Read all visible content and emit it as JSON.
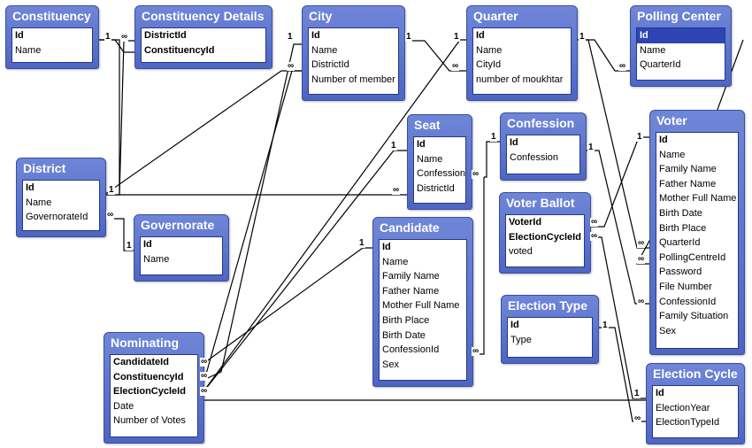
{
  "tables": [
    {
      "name": "Constituency",
      "fields": [
        "Id",
        "Name"
      ]
    },
    {
      "name": "Constituency Details",
      "fields": [
        "DistrictId",
        "ConstituencyId"
      ]
    },
    {
      "name": "City",
      "fields": [
        "Id",
        "Name",
        "DistrictId",
        "Number of member"
      ]
    },
    {
      "name": "Quarter",
      "fields": [
        "Id",
        "Name",
        "CityId",
        "number of moukhtar"
      ]
    },
    {
      "name": "Polling Center",
      "fields": [
        "Id",
        "Name",
        "QuarterId"
      ]
    },
    {
      "name": "District",
      "fields": [
        "Id",
        "Name",
        "GovernorateId"
      ]
    },
    {
      "name": "Seat",
      "fields": [
        "Id",
        "Name",
        "Confession",
        "DistrictId"
      ]
    },
    {
      "name": "Confession",
      "fields": [
        "Id",
        "Confession"
      ]
    },
    {
      "name": "Voter",
      "fields": [
        "Id",
        "Name",
        "Family Name",
        "Father Name",
        "Mother Full Name",
        "Birth Date",
        "Birth Place",
        "QuarterId",
        "PollingCentreId",
        "Password",
        "File Number",
        "ConfessionId",
        "Family Situation",
        "Sex"
      ]
    },
    {
      "name": "Governorate",
      "fields": [
        "Id",
        "Name"
      ]
    },
    {
      "name": "Voter Ballot",
      "fields": [
        "VoterId",
        "ElectionCycleId",
        "voted"
      ]
    },
    {
      "name": "Candidate",
      "fields": [
        "Id",
        "Name",
        "Family Name",
        "Father Name",
        "Mother Full Name",
        "Birth Place",
        "Birth Date",
        "ConfessionId",
        "Sex"
      ]
    },
    {
      "name": "Election Type",
      "fields": [
        "Id",
        "Type"
      ]
    },
    {
      "name": "Nominating",
      "fields": [
        "CandidateId",
        "ConstituencyId",
        "ElectionCycleId",
        "Date",
        "Number of Votes"
      ]
    },
    {
      "name": "Election Cycle",
      "fields": [
        "Id",
        "ElectionYear",
        "ElectionTypeId"
      ]
    }
  ],
  "cardinality": {
    "one": "1",
    "many": "∞"
  }
}
